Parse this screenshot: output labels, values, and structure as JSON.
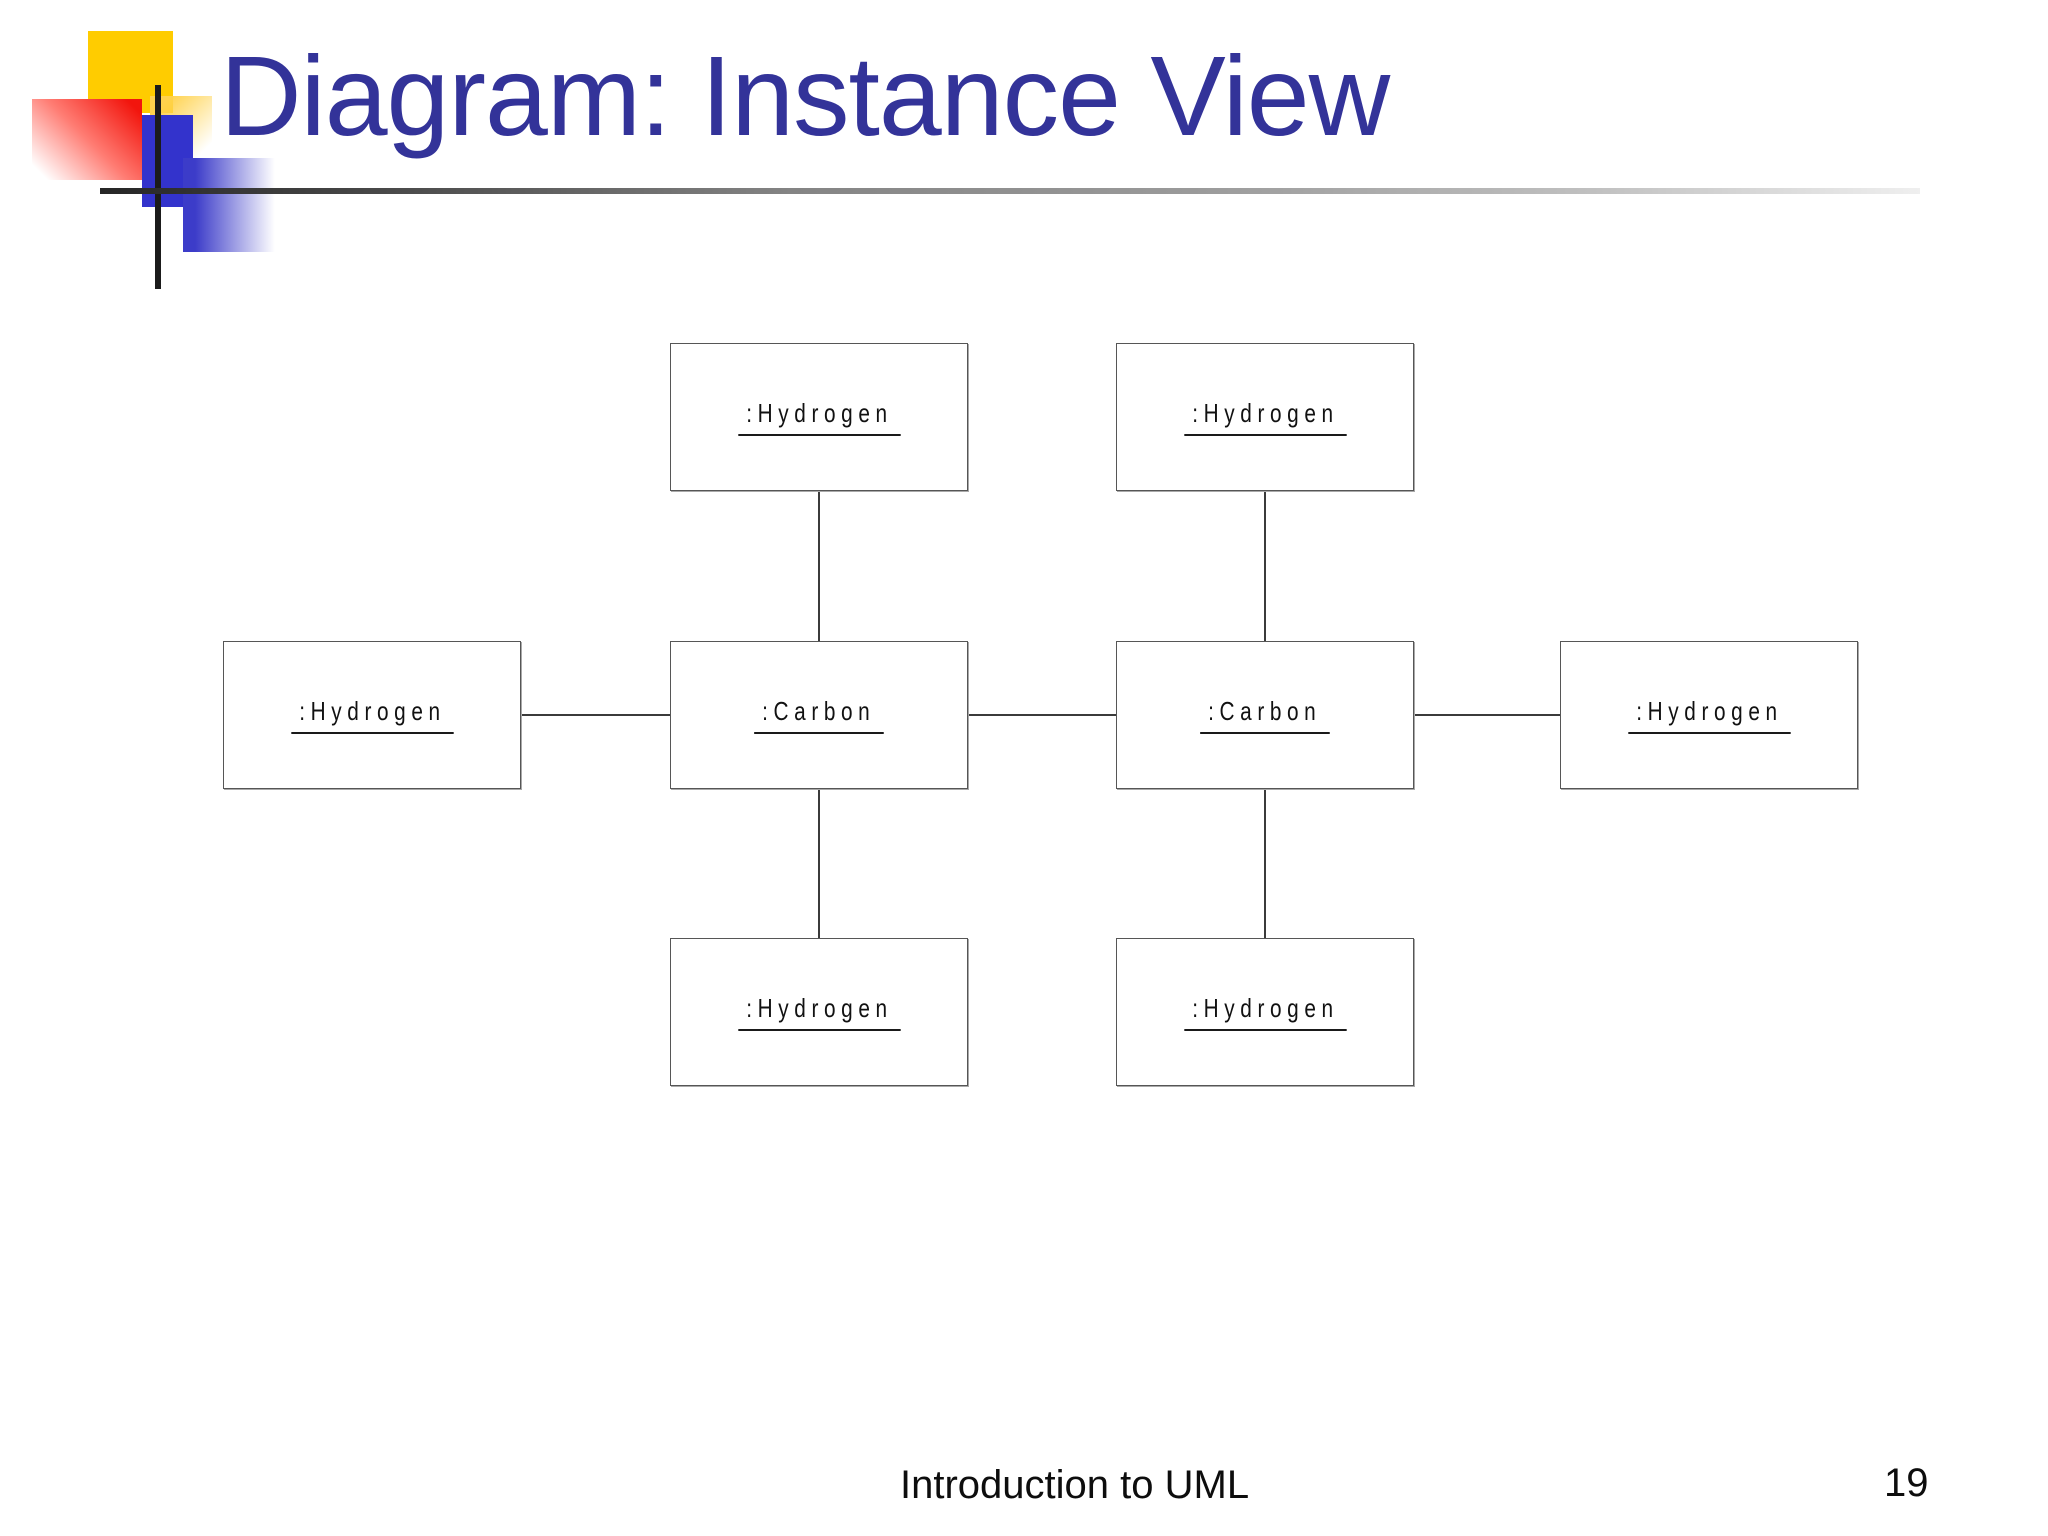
{
  "slide": {
    "title": "Diagram: Instance View",
    "footer_text": "Introduction to UML",
    "page_number": "19"
  },
  "colors": {
    "title_text": "#333399",
    "decoration_yellow": "#ffcc00",
    "decoration_red": "#f2150d",
    "decoration_blue": "#3333cc",
    "separator_rule_start": "#262626",
    "separator_rule_end": "#efefef",
    "box_border": "#565656",
    "connector": "#3b3b3b",
    "label_text": "#111111"
  },
  "diagram": {
    "type": "uml-instance-diagram",
    "nodes": [
      {
        "id": "hydrogen-top-1",
        "label": ":Hydrogen"
      },
      {
        "id": "hydrogen-top-2",
        "label": ":Hydrogen"
      },
      {
        "id": "hydrogen-left",
        "label": ":Hydrogen"
      },
      {
        "id": "carbon-1",
        "label": ":Carbon"
      },
      {
        "id": "carbon-2",
        "label": ":Carbon"
      },
      {
        "id": "hydrogen-right",
        "label": ":Hydrogen"
      },
      {
        "id": "hydrogen-bottom-1",
        "label": ":Hydrogen"
      },
      {
        "id": "hydrogen-bottom-2",
        "label": ":Hydrogen"
      }
    ],
    "edges": [
      {
        "from": "hydrogen-top-1",
        "to": "carbon-1"
      },
      {
        "from": "hydrogen-top-2",
        "to": "carbon-2"
      },
      {
        "from": "hydrogen-left",
        "to": "carbon-1"
      },
      {
        "from": "carbon-1",
        "to": "carbon-2"
      },
      {
        "from": "carbon-2",
        "to": "hydrogen-right"
      },
      {
        "from": "carbon-1",
        "to": "hydrogen-bottom-1"
      },
      {
        "from": "carbon-2",
        "to": "hydrogen-bottom-2"
      }
    ]
  }
}
